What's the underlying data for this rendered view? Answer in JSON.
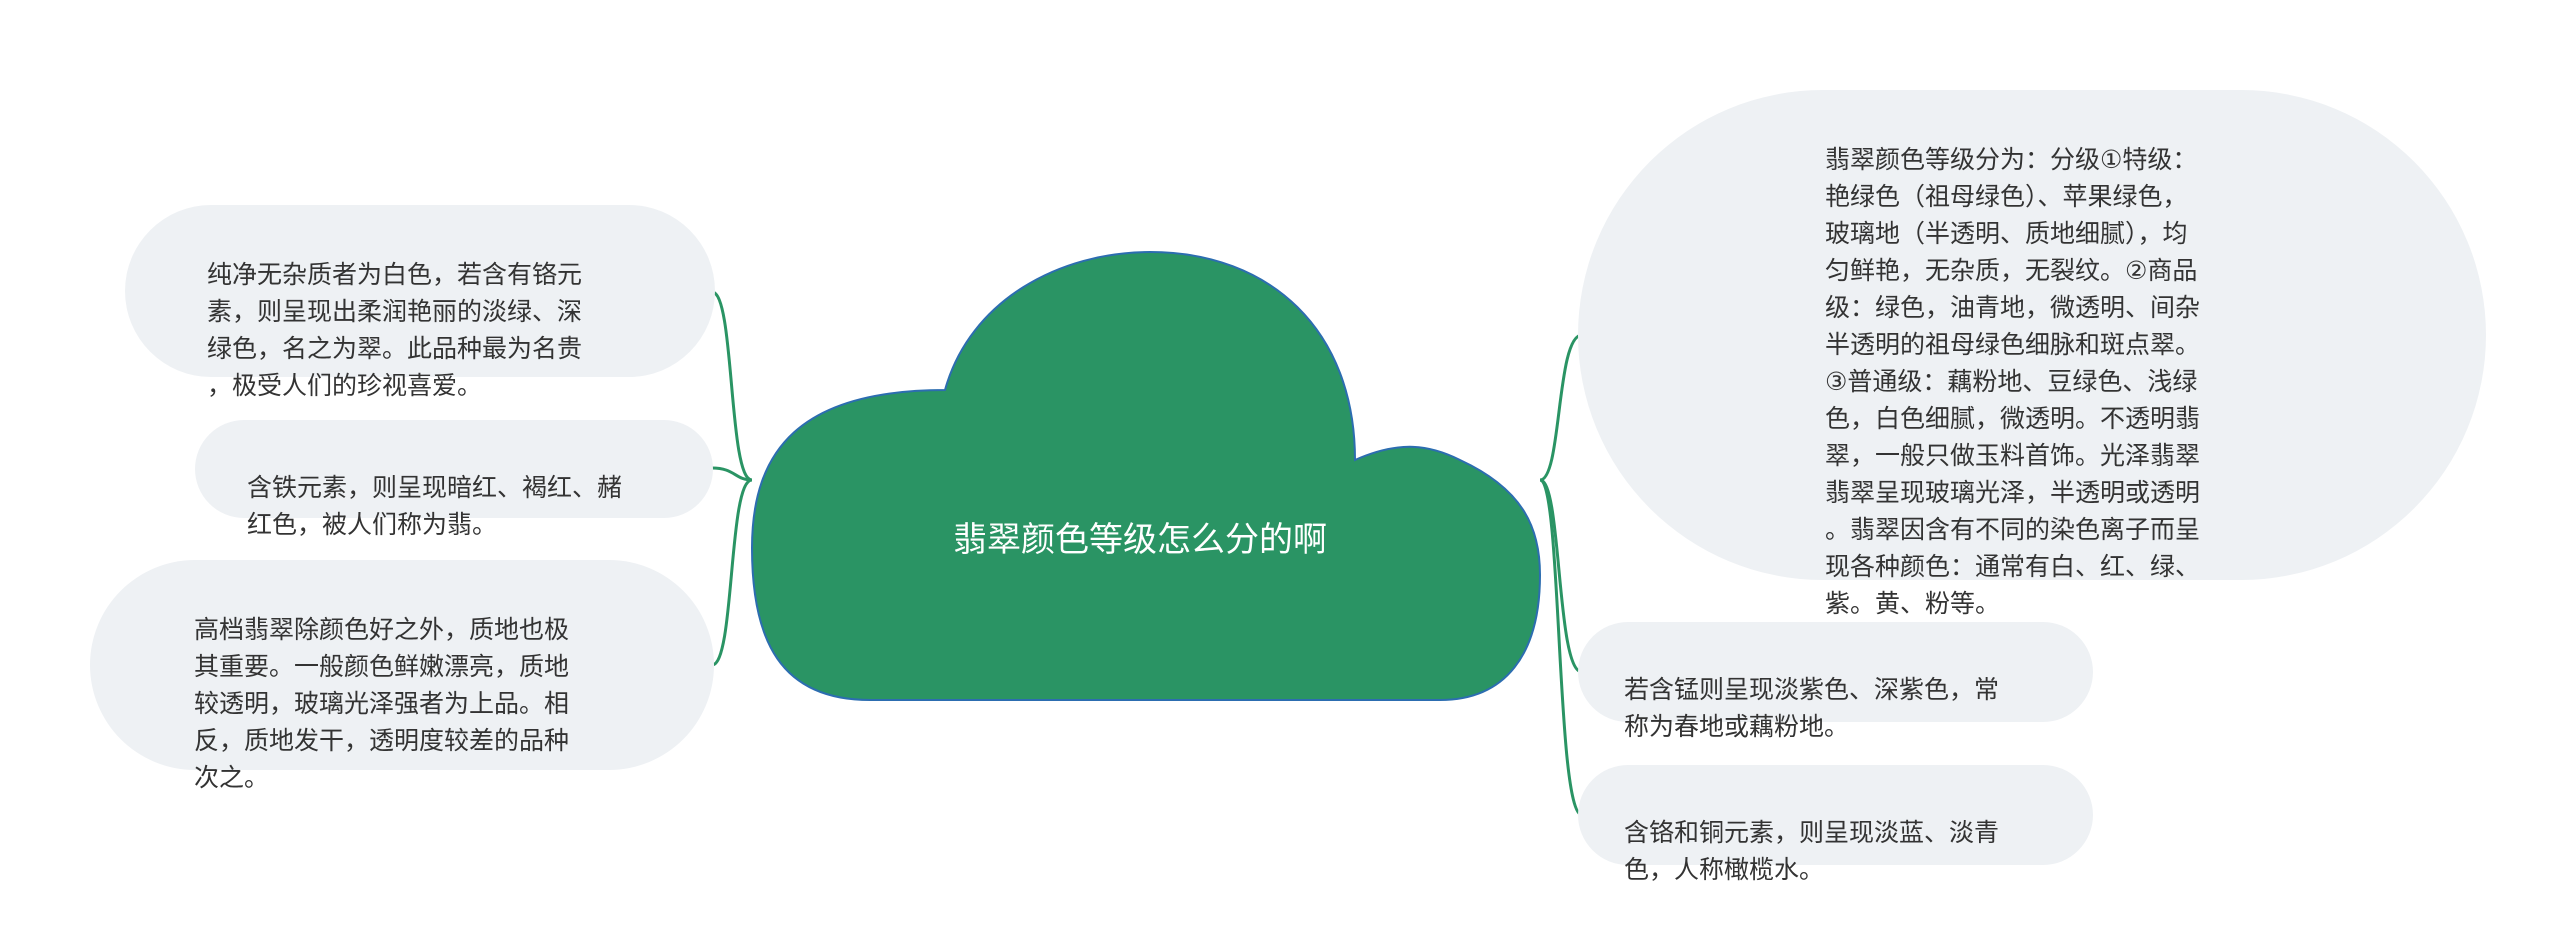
{
  "colors": {
    "cloud_fill": "#2a9464",
    "cloud_stroke": "#2c6db0",
    "connector": "#2a9464",
    "node_bg": "#eef1f4",
    "text": "#333333"
  },
  "center": {
    "title": "翡翠颜色等级怎么分的啊"
  },
  "left_nodes": [
    {
      "text": "纯净无杂质者为白色，若含有铬元\n素，则呈现出柔润艳丽的淡绿、深\n绿色，名之为翠。此品种最为名贵\n，极受人们的珍视喜爱。"
    },
    {
      "text": "含铁元素，则呈现暗红、褐红、赭\n红色，被人们称为翡。"
    },
    {
      "text": "高档翡翠除颜色好之外，质地也极\n其重要。一般颜色鲜嫩漂亮，质地\n较透明，玻璃光泽强者为上品。相\n反，质地发干，透明度较差的品种\n次之。"
    }
  ],
  "right_nodes": [
    {
      "text": "翡翠颜色等级分为：分级①特级：\n艳绿色（祖母绿色）、苹果绿色，\n玻璃地（半透明、质地细腻），均\n匀鲜艳，无杂质，无裂纹。②商品\n级：绿色，油青地，微透明、间杂\n半透明的祖母绿色细脉和斑点翠。\n③普通级：藕粉地、豆绿色、浅绿\n色，白色细腻，微透明。不透明翡\n翠，一般只做玉料首饰。光泽翡翠\n翡翠呈现玻璃光泽，半透明或透明\n。翡翠因含有不同的染色离子而呈\n现各种颜色：通常有白、红、绿、\n紫。黄、粉等。"
    },
    {
      "text": "若含锰则呈现淡紫色、深紫色，常\n称为春地或藕粉地。"
    },
    {
      "text": "含铬和铜元素，则呈现淡蓝、淡青\n色，人称橄榄水。"
    }
  ]
}
